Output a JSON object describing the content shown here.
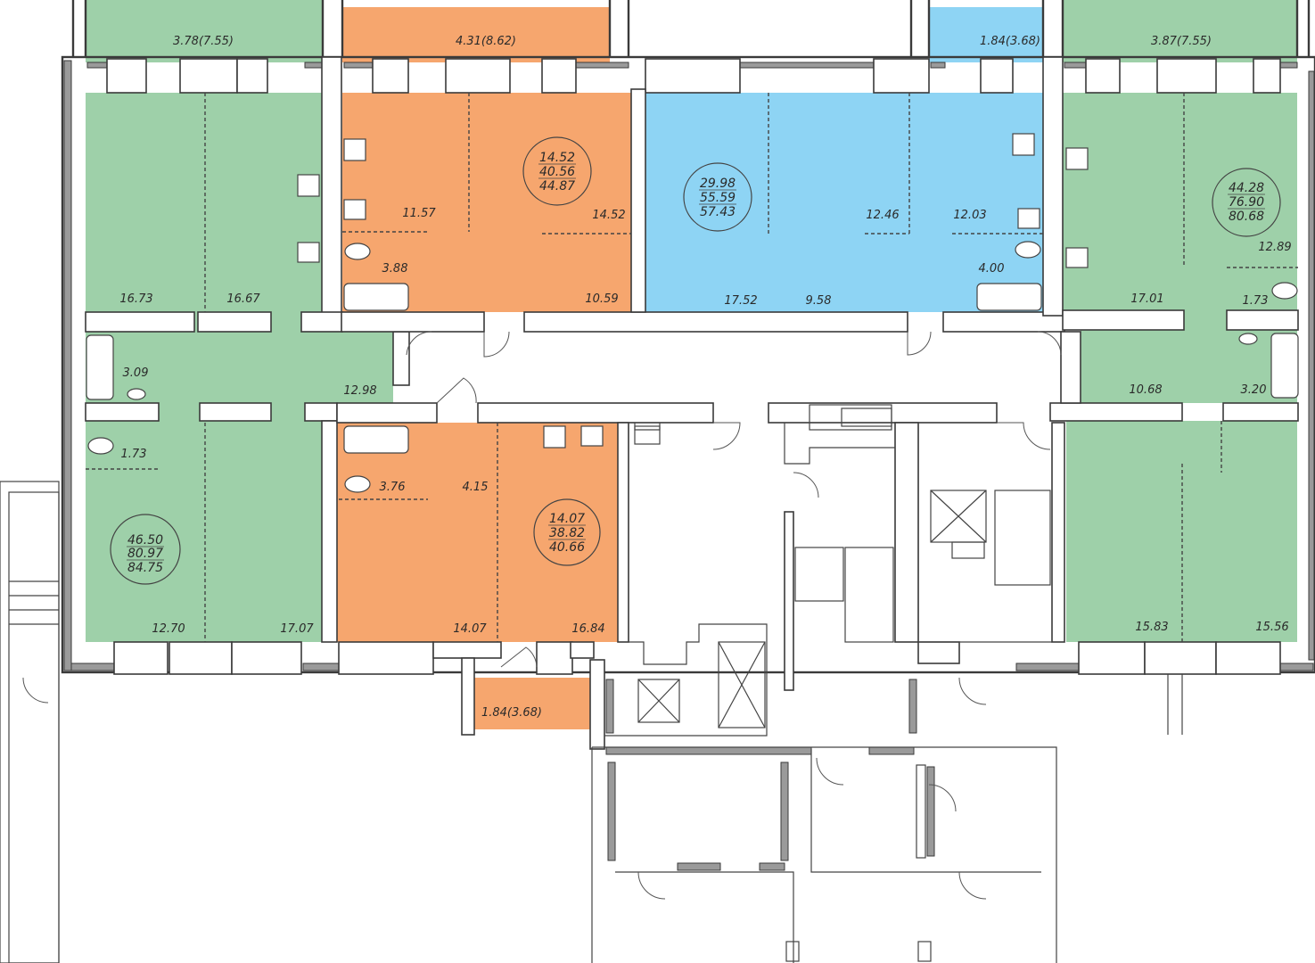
{
  "colors": {
    "green": "#9ed0a9",
    "orange": "#f6a66e",
    "blue": "#8ed4f4",
    "wall": "#3a3a3a",
    "background": "#ffffff"
  },
  "apartments": [
    {
      "id": "apt-left-green",
      "color_key": "green",
      "totals": [
        "46.50",
        "80.97",
        "84.75"
      ],
      "rooms": [
        "16.73",
        "16.67",
        "3.09",
        "12.98",
        "1.73",
        "12.70",
        "17.07"
      ],
      "balcony": "3.78(7.55)"
    },
    {
      "id": "apt-top-orange",
      "color_key": "orange",
      "totals": [
        "14.52",
        "40.56",
        "44.87"
      ],
      "rooms": [
        "11.57",
        "14.52",
        "3.88",
        "10.59"
      ],
      "balcony": "4.31(8.62)"
    },
    {
      "id": "apt-top-blue",
      "color_key": "blue",
      "totals": [
        "29.98",
        "55.59",
        "57.43"
      ],
      "rooms": [
        "12.46",
        "12.03",
        "4.00",
        "17.52",
        "9.58"
      ],
      "balcony": "1.84(3.68)"
    },
    {
      "id": "apt-right-green",
      "color_key": "green",
      "totals": [
        "44.28",
        "76.90",
        "80.68"
      ],
      "rooms": [
        "12.89",
        "17.01",
        "1.73",
        "10.68",
        "3.20",
        "15.83",
        "15.56"
      ],
      "balcony": "3.87(7.55)"
    },
    {
      "id": "apt-bottom-orange",
      "color_key": "orange",
      "totals": [
        "14.07",
        "38.82",
        "40.66"
      ],
      "rooms": [
        "3.76",
        "4.15",
        "14.07",
        "16.84"
      ],
      "balcony": "1.84(3.68)"
    }
  ]
}
